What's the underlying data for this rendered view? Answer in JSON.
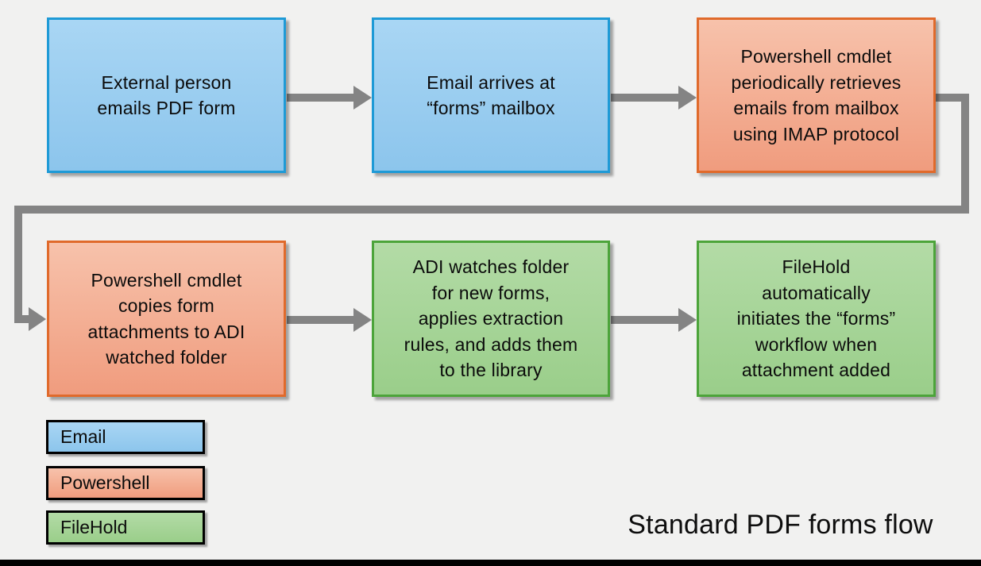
{
  "title": "Standard PDF forms flow",
  "boxes": [
    {
      "label": "External person\nemails PDF form",
      "category": "Email"
    },
    {
      "label": "Email arrives at\n“forms” mailbox",
      "category": "Email"
    },
    {
      "label": "Powershell cmdlet\nperiodically retrieves\nemails from mailbox\nusing IMAP protocol",
      "category": "Powershell"
    },
    {
      "label": "Powershell cmdlet\ncopies form\nattachments to ADI\nwatched folder",
      "category": "Powershell"
    },
    {
      "label": "ADI watches folder\nfor new forms,\napplies extraction\nrules, and adds them\nto the library",
      "category": "FileHold"
    },
    {
      "label": "FileHold\nautomatically\ninitiates the “forms”\nworkflow when\nattachment added",
      "category": "FileHold"
    }
  ],
  "legend": [
    {
      "label": "Email",
      "color": "#1e9ad6",
      "fill": "#8cc5ec"
    },
    {
      "label": "Powershell",
      "color": "#e06a2b",
      "fill": "#f09c7e"
    },
    {
      "label": "FileHold",
      "color": "#4ca43a",
      "fill": "#9ace8a"
    }
  ],
  "colors": {
    "background": "#f1f1f0",
    "arrow": "#848484",
    "text": "#0b0b0b",
    "bottom_bar": "#000000"
  }
}
